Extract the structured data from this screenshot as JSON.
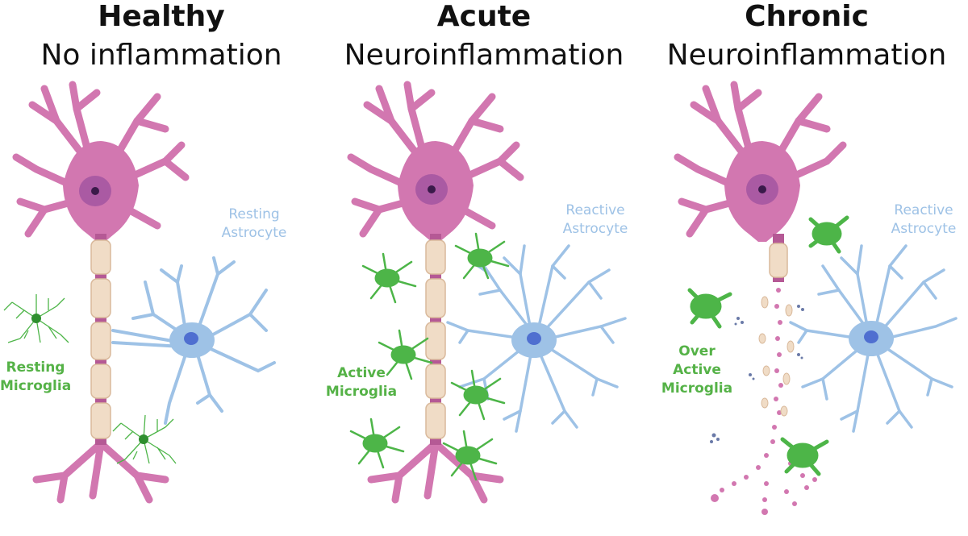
{
  "panels": [
    {
      "title": "Healthy",
      "subtitle": "No inflammation",
      "astrocyte_label": [
        "Resting",
        "Astrocyte"
      ],
      "microglia_label": [
        "Resting",
        "Microglia"
      ]
    },
    {
      "title": "Acute",
      "subtitle": "Neuroinflammation",
      "astrocyte_label": [
        "Reactive",
        "Astrocyte"
      ],
      "microglia_label": [
        "Active",
        "Microglia"
      ]
    },
    {
      "title": "Chronic",
      "subtitle": "Neuroinflammation",
      "astrocyte_label": [
        "Reactive",
        "Astrocyte"
      ],
      "microglia_label": [
        "Over",
        "Active",
        "Microglia"
      ]
    }
  ],
  "colors": {
    "neuron": "#d277b0",
    "neuron_dark": "#b55995",
    "nucleus": "#8a3e8a",
    "myelin": "#f0dcc6",
    "myelin_edge": "#d9b99b",
    "astrocyte": "#9ec2e6",
    "astrocyte_nucleus": "#4f6fd0",
    "microglia": "#4db548",
    "microglia_dark": "#2f8f2f",
    "debris": "#6a7aa8"
  }
}
